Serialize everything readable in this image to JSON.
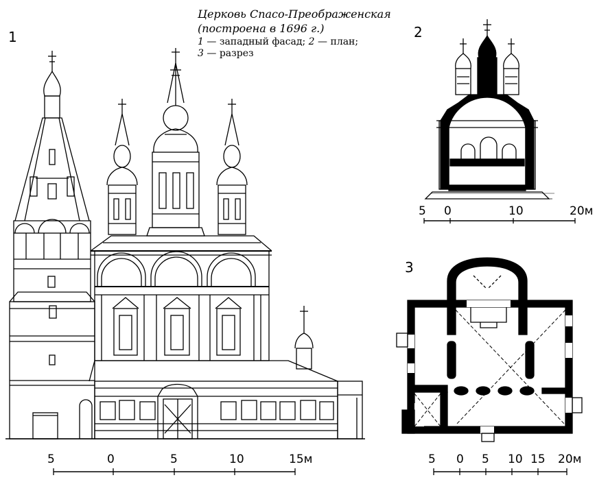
{
  "caption": {
    "title": "Церковь Спасо-Преображенская (построена в 1696 г.)",
    "legend": [
      {
        "n": "1",
        "text": "— западный фасад;"
      },
      {
        "n": "2",
        "text": "— план;"
      },
      {
        "n": "3",
        "text": "— разрез"
      }
    ]
  },
  "figure_numbers": {
    "facade": "1",
    "section": "2",
    "plan": "3"
  },
  "scales": {
    "facade": {
      "labels": [
        "5",
        "0",
        "5",
        "10",
        "15м"
      ]
    },
    "section": {
      "labels": [
        "5",
        "0",
        "10",
        "20м"
      ]
    },
    "plan": {
      "labels": [
        "5",
        "0",
        "5",
        "10",
        "15",
        "20м"
      ]
    }
  }
}
